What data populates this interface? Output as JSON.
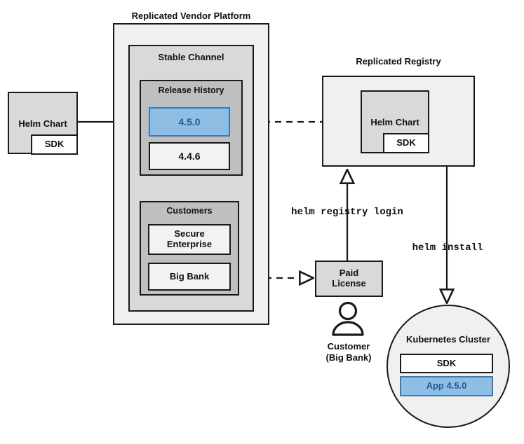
{
  "diagram": {
    "title_vendor_platform": "Replicated Vendor Platform",
    "title_registry": "Replicated Registry",
    "source_chart": {
      "label": "Helm Chart",
      "sdk_label": "SDK"
    },
    "stable_channel": {
      "label": "Stable Channel",
      "release_history": {
        "label": "Release History",
        "releases": [
          {
            "version": "4.5.0",
            "highlighted": true
          },
          {
            "version": "4.4.6",
            "highlighted": false
          }
        ]
      },
      "customers": {
        "label": "Customers",
        "items": [
          {
            "name": "Secure\nEnterprise"
          },
          {
            "name": "Big Bank"
          }
        ]
      }
    },
    "registry": {
      "chart_label": "Helm Chart",
      "sdk_label": "SDK"
    },
    "license": {
      "label": "Paid\nLicense"
    },
    "actor": {
      "line1": "Customer",
      "line2": "(Big Bank)",
      "icon": "person-icon"
    },
    "commands": {
      "registry_login": "helm registry login",
      "install": "helm install"
    },
    "cluster": {
      "label": "Kubernetes Cluster",
      "components": [
        {
          "name": "SDK",
          "highlighted": false
        },
        {
          "name": "App 4.5.0",
          "highlighted": true
        }
      ]
    },
    "colors": {
      "accent_blue_fill": "#8fbee4",
      "accent_blue_border": "#3c78b4",
      "accent_blue_text": "#1f5c99",
      "stroke": "#1a1a1a",
      "grey_outer": "#f0f0f0",
      "grey_mid": "#d9d9d9",
      "grey_inner": "#bfbfbf"
    }
  }
}
